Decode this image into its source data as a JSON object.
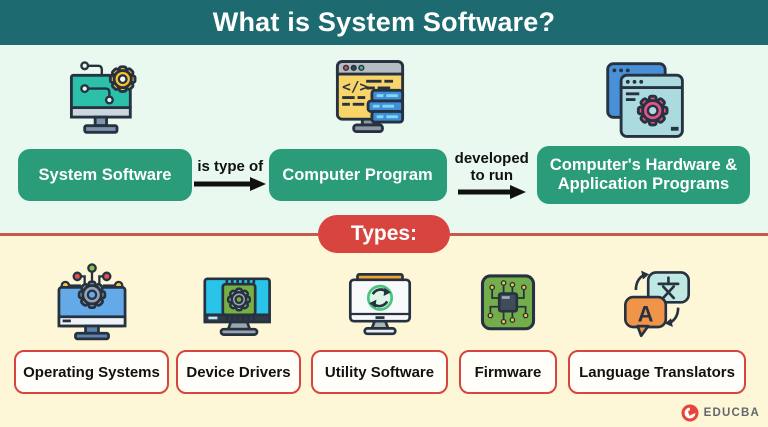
{
  "header": {
    "title": "What is System Software?"
  },
  "flow": {
    "nodes": [
      {
        "label": "System Software",
        "icon": "monitor-circuit-gear-icon"
      },
      {
        "label": "Computer Program",
        "icon": "monitor-code-servers-icon"
      },
      {
        "label": "Computer's Hardware & Application Programs",
        "icon": "browser-windows-gear-icon"
      }
    ],
    "connectors": [
      {
        "label": "is type of"
      },
      {
        "label": "developed to run"
      }
    ]
  },
  "types": {
    "badge": "Types:",
    "items": [
      {
        "label": "Operating Systems",
        "icon": "monitor-gear-network-icon"
      },
      {
        "label": "Device Drivers",
        "icon": "monitor-chip-gear-icon"
      },
      {
        "label": "Utility Software",
        "icon": "monitor-refresh-icon"
      },
      {
        "label": "Firmware",
        "icon": "circuit-board-chip-icon"
      },
      {
        "label": "Language Translators",
        "icon": "translation-bubbles-icon"
      }
    ]
  },
  "icons": {
    "code_glyph": "</>",
    "translator_letter": "A"
  },
  "footer": {
    "brand": "EDUCBA"
  },
  "colors": {
    "header_bg": "#1d6b70",
    "mint_bg": "#e9f9f0",
    "cream_bg": "#fdf7d8",
    "node_green": "#2a9c79",
    "badge_red": "#d8453e",
    "divider_red": "#c55a50",
    "label_border_red": "#d8453e",
    "arrow_black": "#111111",
    "brand_red": "#e8443b"
  }
}
